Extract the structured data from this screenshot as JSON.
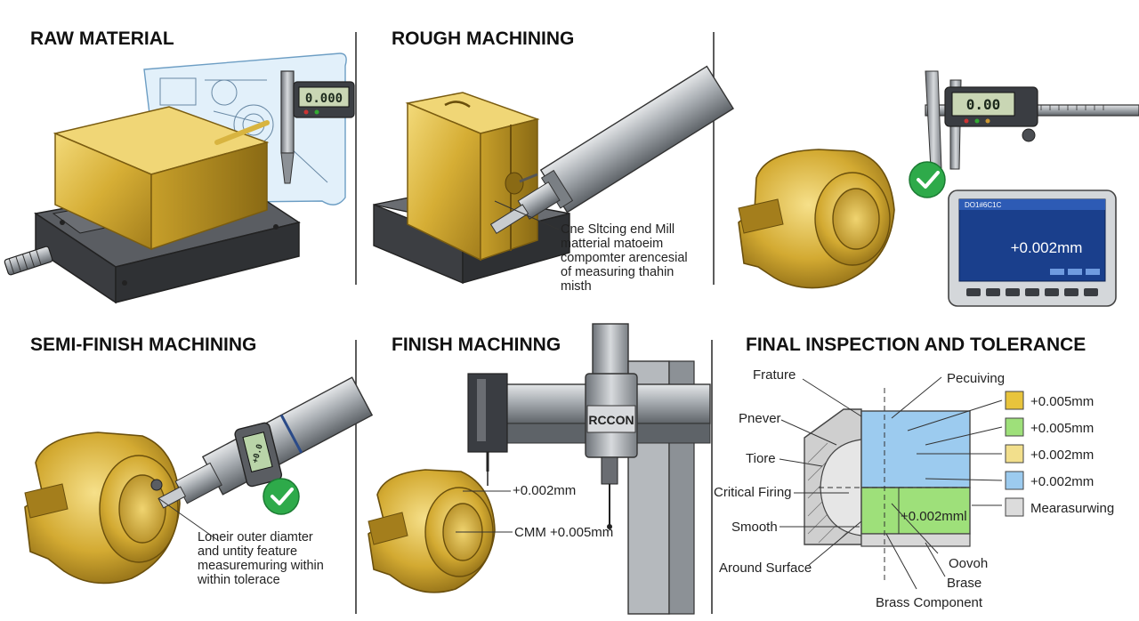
{
  "panels": {
    "raw": {
      "title": "RAW MATERIAL",
      "caliper_readout": "0.000"
    },
    "rough": {
      "title": "ROUGH MACHINING",
      "note_lines": [
        "Cne Sltcing end Mill",
        "matterial matoeim",
        "compomter arencesial",
        "of measuring thahin",
        "misth"
      ]
    },
    "inspect_top": {
      "caliper_readout": "0.00",
      "screen_header": "DO1#6C1C",
      "screen_value": "+0.002mm"
    },
    "semi": {
      "title": "SEMI-FINISH MACHINING",
      "gauge_readout": "+0.0",
      "note_lines": [
        "Loneir outer diamter",
        "and untity feature",
        "measuremuring within",
        "within tolerace"
      ]
    },
    "finish": {
      "title": "FINISH MACHINNG",
      "cmm_brand": "RCCON",
      "tolerance_1": "+0.002mm",
      "tolerance_2": "CMM +0.005mm"
    },
    "final": {
      "title": "FINAL INSPECTION AND TOLERANCE",
      "labels_left": [
        "Frature",
        "Pnever",
        "Tiore",
        "Critical Firing",
        "Smooth",
        "Around Surface"
      ],
      "labels_right": [
        "Pecuiving"
      ],
      "labels_bottom": [
        "Oovoh",
        "Brase",
        "Brass Component"
      ],
      "inner_tolerance": "+0.002mml",
      "legend": [
        {
          "swatch": "#e8c43c",
          "text": "+0.005mm"
        },
        {
          "swatch": "#9ee07a",
          "text": "+0.005mm"
        },
        {
          "swatch": "#f2df8c",
          "text": "+0.002mm"
        },
        {
          "swatch": "#9ccbef",
          "text": "+0.002mm"
        },
        {
          "swatch": "#dcdcdc",
          "text": "Mearasurwing"
        }
      ]
    }
  },
  "colors": {
    "brass": "#d9b23a",
    "brass_dark": "#9c7a18",
    "brass_light": "#f0d676",
    "steel": "#9aa0a6",
    "steel_dark": "#55595e",
    "vise": "#4a4c50",
    "check": "#2eaa4a",
    "screen": "#1a3f8c",
    "zone_blue": "#9ccbef",
    "zone_green": "#9ee07a",
    "zone_gray": "#dcdcdc"
  }
}
